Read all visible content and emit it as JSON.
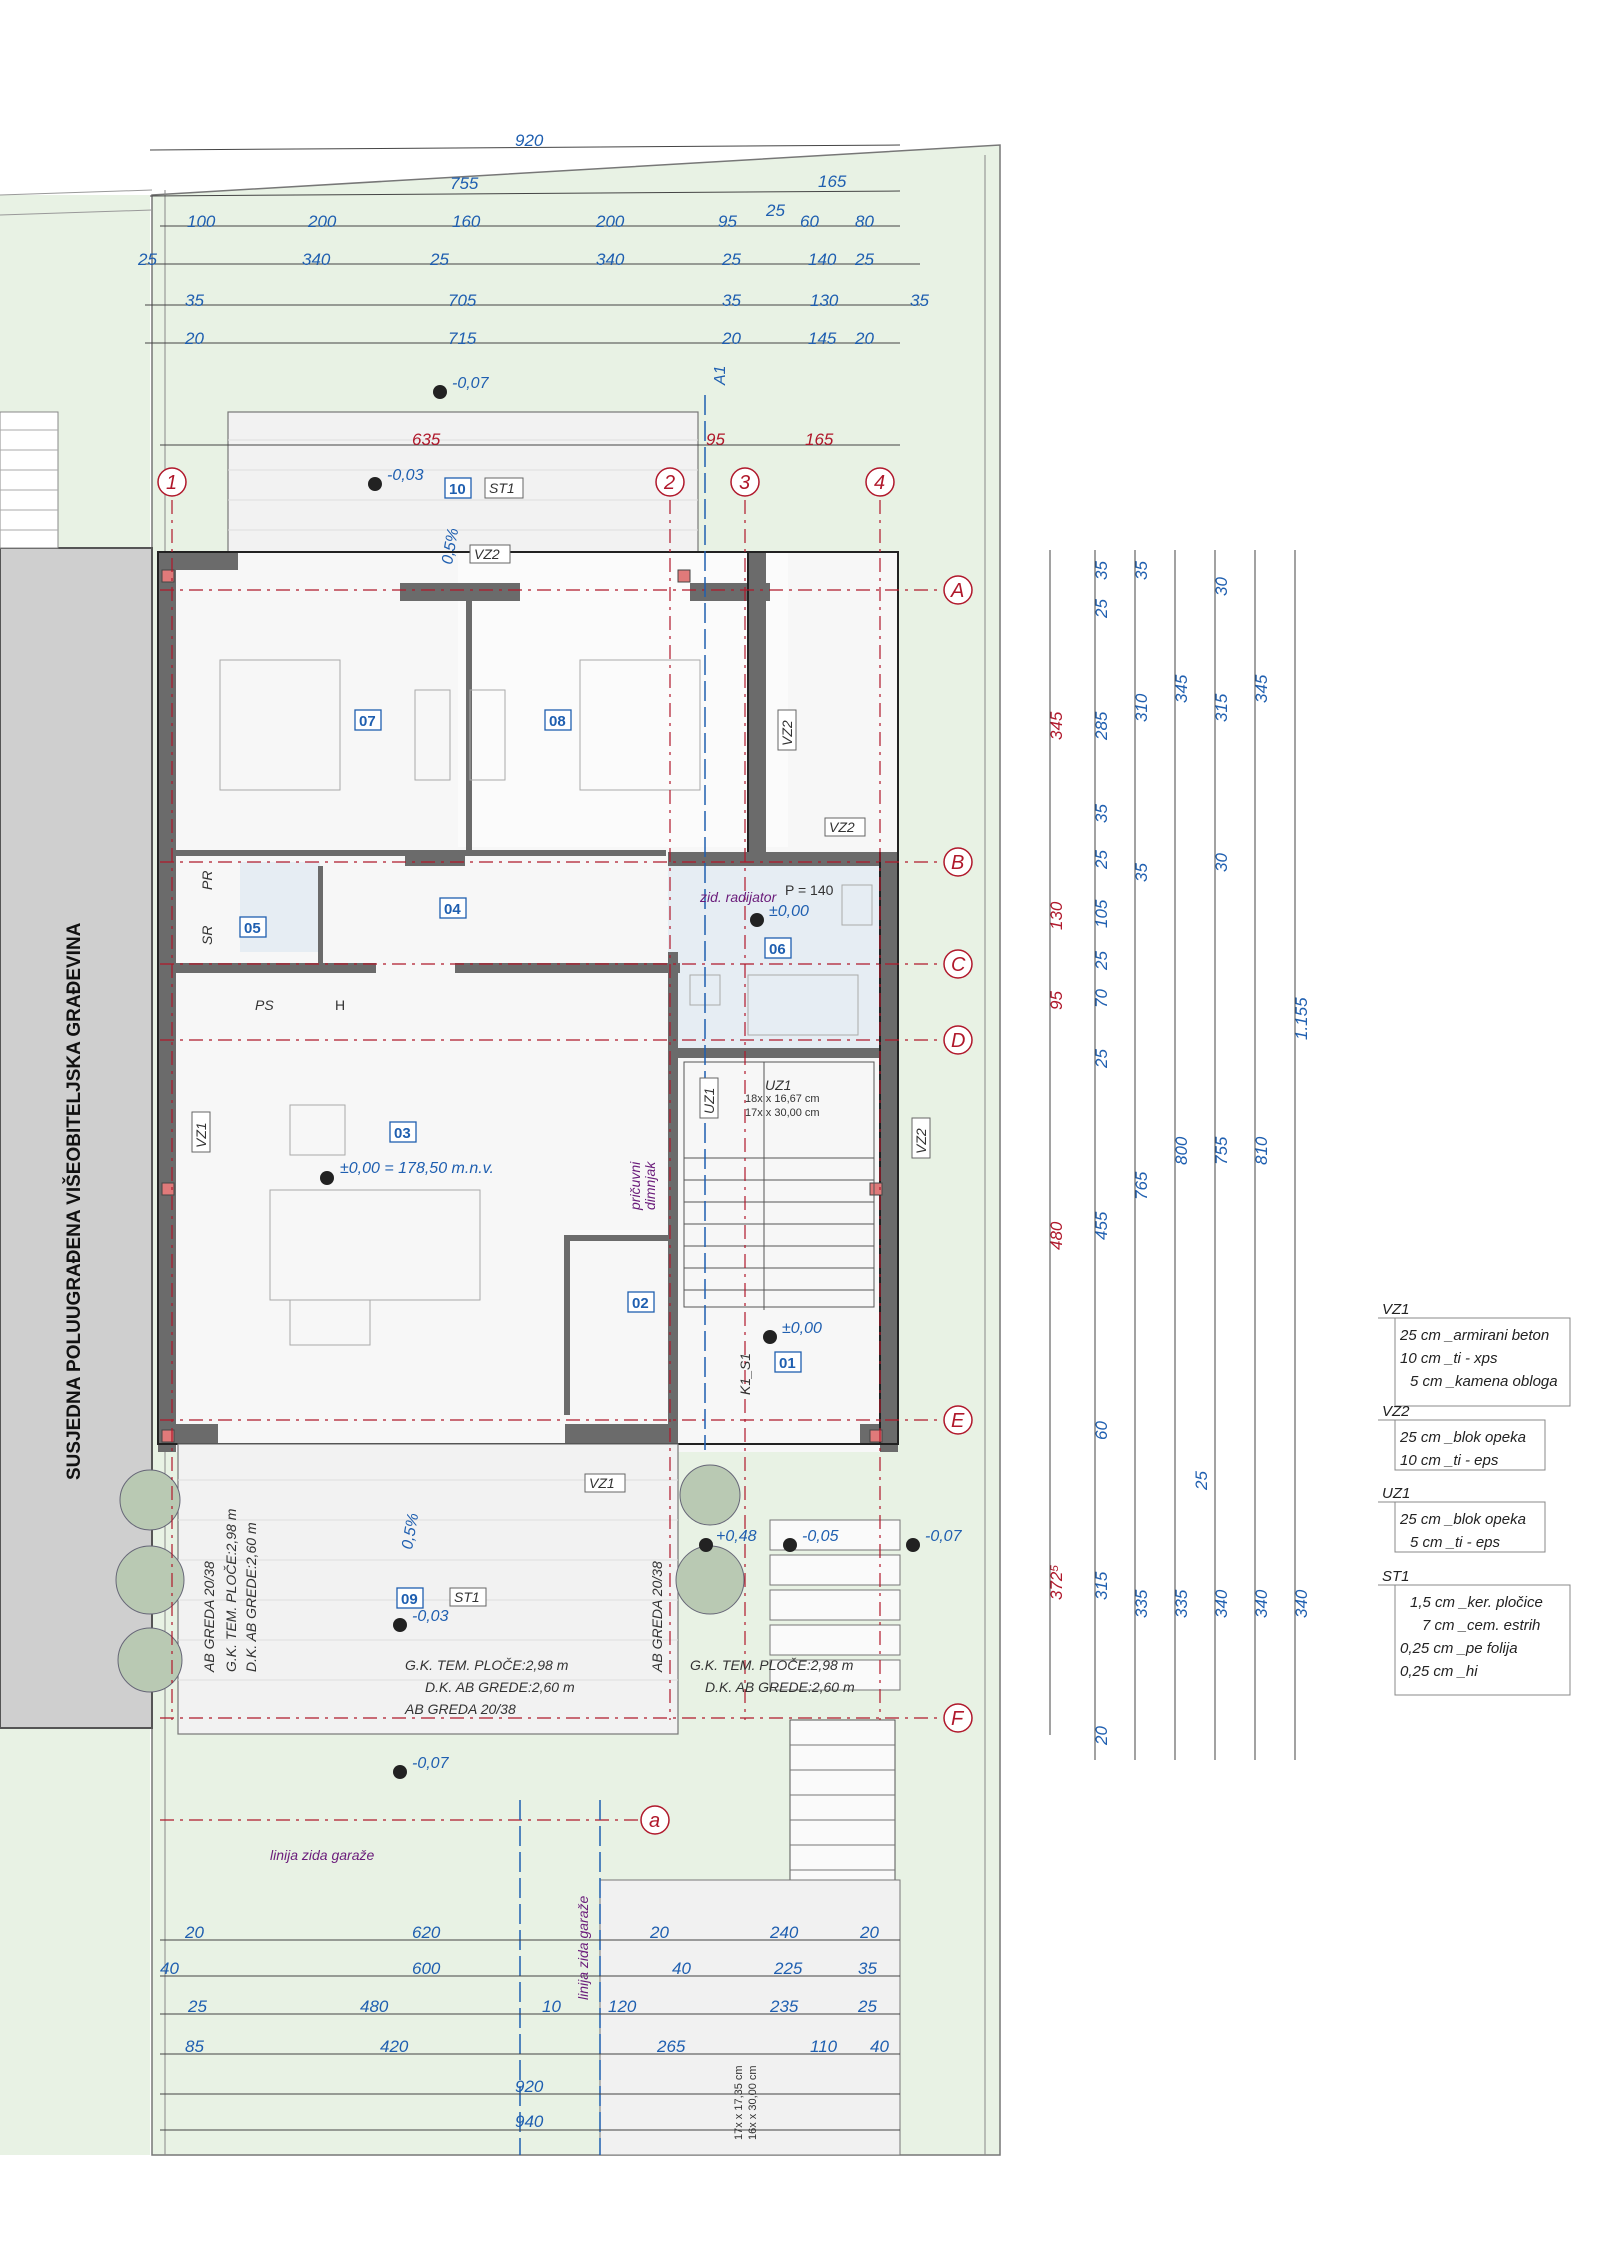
{
  "neighbor_label": "SUSJEDNA POLUUGRAĐENA VIŠEOBITELJSKA GRAĐEVINA",
  "axes": {
    "c1": "1",
    "c2": "2",
    "c3": "3",
    "c4": "4",
    "rA": "A",
    "rB": "B",
    "rC": "C",
    "rD": "D",
    "rE": "E",
    "rF": "F",
    "ra": "a",
    "sec": "A1"
  },
  "top_dims": {
    "total": "920",
    "sub1a": "755",
    "sub1b": "165",
    "r2": [
      "100",
      "200",
      "160",
      "200",
      "95",
      "25",
      "60",
      "80"
    ],
    "r3": [
      "25",
      "340",
      "25",
      "340",
      "25",
      "140",
      "25"
    ],
    "r4": [
      "35",
      "705",
      "35",
      "130",
      "35"
    ],
    "r5": [
      "20",
      "715",
      "20",
      "145",
      "20"
    ],
    "terrace": [
      "635",
      "95",
      "165"
    ]
  },
  "right_dims": {
    "c1": [
      "345",
      "130",
      "95",
      "480",
      "372⁵"
    ],
    "c2": [
      "35",
      "25",
      "285",
      "35",
      "25",
      "105",
      "25",
      "70",
      "25",
      "765",
      "455",
      "60",
      "315",
      "20"
    ],
    "c3": [
      "35",
      "310",
      "35",
      "800",
      "335"
    ],
    "c4": [
      "345",
      "755",
      "25",
      "335"
    ],
    "c5": [
      "30",
      "315",
      "30",
      "340"
    ],
    "c6": [
      "345",
      "1.155",
      "810",
      "340"
    ],
    "c7": [
      "340"
    ]
  },
  "bottom_dims": {
    "r1": [
      "20",
      "620",
      "20",
      "240",
      "20"
    ],
    "r2": [
      "40",
      "600",
      "40",
      "225",
      "35"
    ],
    "r3": [
      "25",
      "480",
      "10",
      "120",
      "235",
      "25"
    ],
    "r4": [
      "85",
      "420",
      "265",
      "110",
      "40"
    ],
    "t1": "920",
    "t2": "940"
  },
  "rooms": [
    "10",
    "07",
    "08",
    "04",
    "05",
    "06",
    "03",
    "02",
    "01",
    "09"
  ],
  "levels": {
    "l1": "-0,07",
    "l2": "-0,03",
    "l3": "±0,00",
    "l4": "±0,00 = 178,50 m.n.v.",
    "l5": "±0,00",
    "l6": "+0,48",
    "l7": "-0,05",
    "l8": "-0,07",
    "l9": "-0,03",
    "l10": "-0,07"
  },
  "labels": {
    "st1a": "ST1",
    "st1b": "ST1",
    "vz2a": "VZ2",
    "vz2b": "VZ2",
    "vz2c": "VZ2",
    "vz2d": "VZ2",
    "vz1a": "VZ1",
    "vz1b": "VZ1",
    "uz1a": "UZ1",
    "uz1b": "UZ1",
    "slope1": "0,5%",
    "slope2": "0,5%",
    "ps": "PS",
    "h": "H",
    "pr": "PR",
    "sr": "SR",
    "chimney1": "pričuvni",
    "chimney2": "dimnjak",
    "radiator": "zid. radijator",
    "p140": "P = 140",
    "stair1": "18x x 16,67 cm",
    "stair2": "17x x 30,00 cm",
    "k1": "K1_S1",
    "garage1": "linija zida garaže",
    "garage2": "linija zida garaže",
    "greda1": "AB GREDA 20/38",
    "greda2": "AB GREDA 20/38",
    "greda3": "AB GREDA 20/38",
    "gk1": "G.K. TEM. PLOČE:2,98 m",
    "dk1": "D.K. AB GREDE:2,60 m",
    "gk2": "G.K. TEM. PLOČE:2,98 m",
    "dk2": "D.K. AB GREDE:2,60 m",
    "gk3": "G.K. TEM. PLOČE:2,98 m",
    "dk3": "D.K. AB GREDE:2,60 m",
    "stair3a": "17x x 17,35 cm",
    "stair3b": "16x x 30,00 cm"
  },
  "legend": [
    {
      "code": "VZ1",
      "rows": [
        "25 cm _armirani beton",
        "10 cm _ti - xps",
        "5 cm _kamena obloga"
      ]
    },
    {
      "code": "VZ2",
      "rows": [
        "25 cm _blok opeka",
        "10 cm _ti - eps"
      ]
    },
    {
      "code": "UZ1",
      "rows": [
        "25 cm _blok opeka",
        "5 cm _ti - eps"
      ]
    },
    {
      "code": "ST1",
      "rows": [
        "1,5 cm _ker. pločice",
        "7 cm _cem. estrih",
        "0,25 cm _pe folija",
        "0,25 cm _hi"
      ]
    }
  ],
  "colors": {
    "site": "#e8f2e4",
    "wall": "#6b6b6b",
    "dimblue": "#1f5fb0",
    "axisred": "#b0182b",
    "neighbor": "#cfcfcf"
  }
}
